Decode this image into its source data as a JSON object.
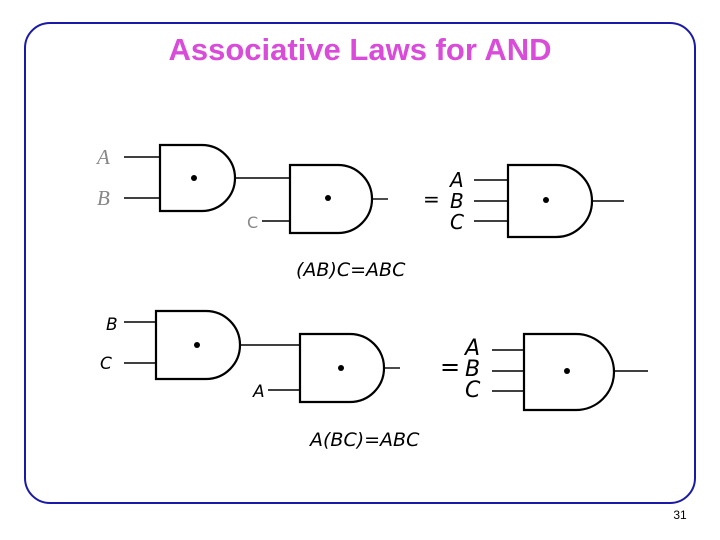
{
  "slide": {
    "title": "Associative Laws for AND",
    "page_number": "31"
  },
  "diagram_top": {
    "inputs": {
      "a": "A",
      "b": "B",
      "c": "C"
    },
    "equals": "=",
    "equivalent_inputs": {
      "a": "A",
      "b": "B",
      "c": "C"
    },
    "caption": "(AB)C=ABC"
  },
  "diagram_bottom": {
    "inputs": {
      "b": "B",
      "c": "C",
      "a": "A"
    },
    "equals": "=",
    "equivalent_inputs": {
      "a": "A",
      "b": "B",
      "c": "C"
    },
    "caption": "A(BC)=ABC"
  },
  "colors": {
    "title": "#d94bd9",
    "frame": "#1a1aa6",
    "top_input_labels": "#888888"
  }
}
